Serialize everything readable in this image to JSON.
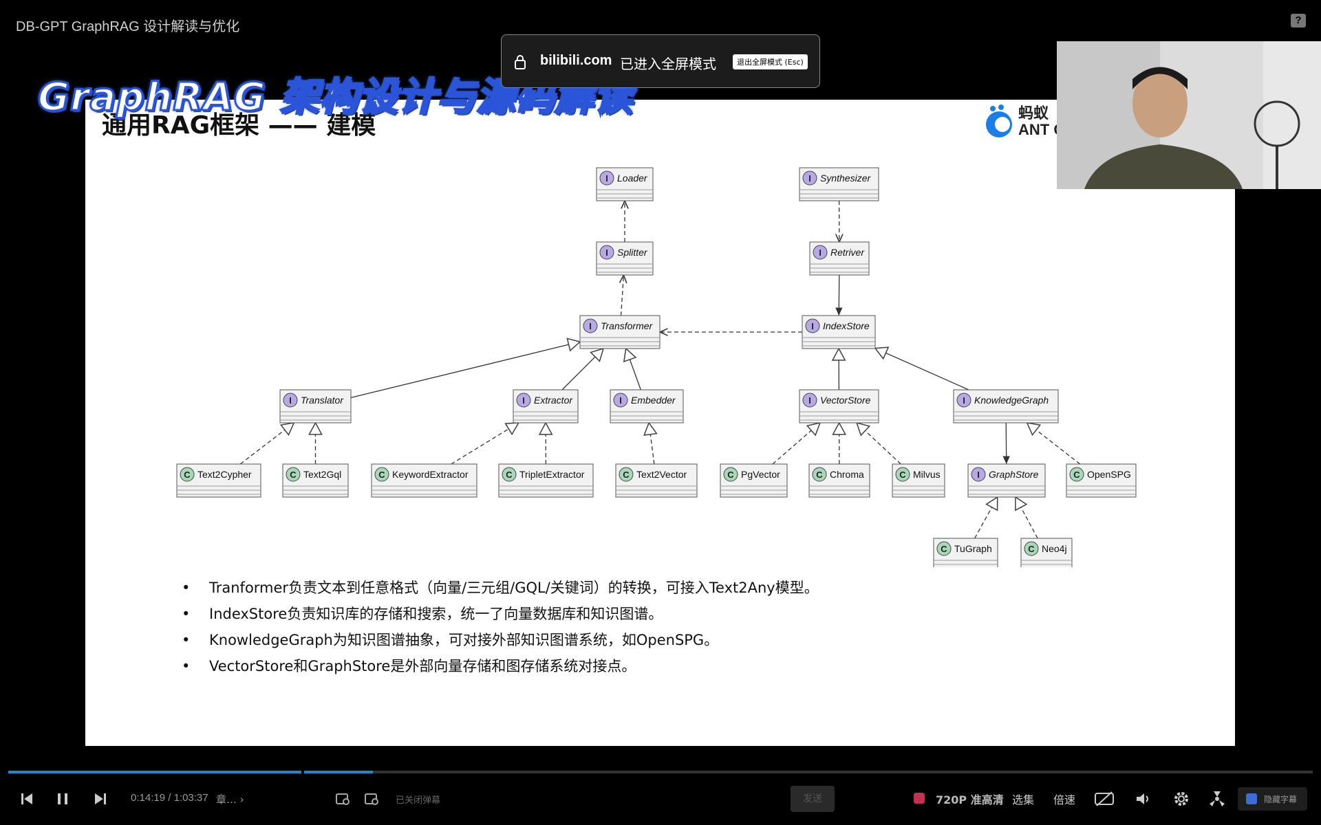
{
  "video": {
    "title": "DB-GPT GraphRAG 设计解读与优化"
  },
  "banner": {
    "text": "GraphRAG 架构设计与源码解读"
  },
  "slide": {
    "title": "通用RAG框架 —— 建模",
    "logo_cn": "蚂蚁",
    "logo_en": "ANT G",
    "bullets": [
      "Tranformer负责文本到任意格式（向量/三元组/GQL/关键词）的转换，可接入Text2Any模型。",
      "IndexStore负责知识库的存储和搜索，统一了向量数据库和知识图谱。",
      "KnowledgeGraph为知识图谱抽象，可对接外部知识图谱系统，如OpenSPG。",
      "VectorStore和GraphStore是外部向量存储和图存储系统对接点。"
    ]
  },
  "diagram": {
    "nodes": [
      {
        "id": "loader",
        "kind": "I",
        "name": "Loader"
      },
      {
        "id": "splitter",
        "kind": "I",
        "name": "Splitter"
      },
      {
        "id": "transformer",
        "kind": "I",
        "name": "Transformer"
      },
      {
        "id": "synthesizer",
        "kind": "I",
        "name": "Synthesizer"
      },
      {
        "id": "retriver",
        "kind": "I",
        "name": "Retriver"
      },
      {
        "id": "indexstore",
        "kind": "I",
        "name": "IndexStore"
      },
      {
        "id": "translator",
        "kind": "I",
        "name": "Translator"
      },
      {
        "id": "extractor",
        "kind": "I",
        "name": "Extractor"
      },
      {
        "id": "embedder",
        "kind": "I",
        "name": "Embedder"
      },
      {
        "id": "vectorstore",
        "kind": "I",
        "name": "VectorStore"
      },
      {
        "id": "knowledgegraph",
        "kind": "I",
        "name": "KnowledgeGraph"
      },
      {
        "id": "text2cypher",
        "kind": "C",
        "name": "Text2Cypher"
      },
      {
        "id": "text2gql",
        "kind": "C",
        "name": "Text2Gql"
      },
      {
        "id": "keywordextractor",
        "kind": "C",
        "name": "KeywordExtractor"
      },
      {
        "id": "tripletextractor",
        "kind": "C",
        "name": "TripletExtractor"
      },
      {
        "id": "text2vector",
        "kind": "C",
        "name": "Text2Vector"
      },
      {
        "id": "pgvector",
        "kind": "C",
        "name": "PgVector"
      },
      {
        "id": "chroma",
        "kind": "C",
        "name": "Chroma"
      },
      {
        "id": "milvus",
        "kind": "C",
        "name": "Milvus"
      },
      {
        "id": "graphstore",
        "kind": "I",
        "name": "GraphStore"
      },
      {
        "id": "openspg",
        "kind": "C",
        "name": "OpenSPG"
      },
      {
        "id": "tugraph",
        "kind": "C",
        "name": "TuGraph"
      },
      {
        "id": "neo4j",
        "kind": "C",
        "name": "Neo4j"
      }
    ],
    "edges": [
      {
        "from": "splitter",
        "to": "loader",
        "style": "dashed-arrow"
      },
      {
        "from": "transformer",
        "to": "splitter",
        "style": "dashed-arrow"
      },
      {
        "from": "synthesizer",
        "to": "retriver",
        "style": "dashed-arrow"
      },
      {
        "from": "retriver",
        "to": "indexstore",
        "style": "solid-arrow"
      },
      {
        "from": "indexstore",
        "to": "transformer",
        "style": "dashed-arrow"
      },
      {
        "from": "translator",
        "to": "transformer",
        "style": "extends"
      },
      {
        "from": "extractor",
        "to": "transformer",
        "style": "extends"
      },
      {
        "from": "embedder",
        "to": "transformer",
        "style": "extends"
      },
      {
        "from": "vectorstore",
        "to": "indexstore",
        "style": "extends"
      },
      {
        "from": "knowledgegraph",
        "to": "indexstore",
        "style": "extends"
      },
      {
        "from": "text2cypher",
        "to": "translator",
        "style": "implements"
      },
      {
        "from": "text2gql",
        "to": "translator",
        "style": "implements"
      },
      {
        "from": "keywordextractor",
        "to": "extractor",
        "style": "implements"
      },
      {
        "from": "tripletextractor",
        "to": "extractor",
        "style": "implements"
      },
      {
        "from": "text2vector",
        "to": "embedder",
        "style": "implements"
      },
      {
        "from": "pgvector",
        "to": "vectorstore",
        "style": "implements"
      },
      {
        "from": "chroma",
        "to": "vectorstore",
        "style": "implements"
      },
      {
        "from": "milvus",
        "to": "vectorstore",
        "style": "implements"
      },
      {
        "from": "knowledgegraph",
        "to": "graphstore",
        "style": "solid-arrow"
      },
      {
        "from": "openspg",
        "to": "knowledgegraph",
        "style": "implements"
      },
      {
        "from": "tugraph",
        "to": "graphstore",
        "style": "implements"
      },
      {
        "from": "neo4j",
        "to": "graphstore",
        "style": "implements"
      }
    ]
  },
  "fullscreen_toast": {
    "domain": "bilibili.com",
    "message": "已进入全屏模式",
    "exit_label": "退出全屏模式 (Esc)"
  },
  "player": {
    "progress": 0.2245,
    "current_time": "0:14:19",
    "separator": "/",
    "total_time": "1:03:37",
    "chapter_label": "章…",
    "danmaku_status": "已关闭弹幕",
    "send_label": "发送",
    "quality_label": "720P 准高清",
    "episodes_label": "选集",
    "speed_label": "倍速",
    "subtitle_label": "隐藏字幕"
  },
  "colors": {
    "progress": "#1e88c8",
    "interface_badge": "#b8a9e6",
    "class_badge": "#a8d8b9",
    "node_fill": "#f2f2f2"
  }
}
